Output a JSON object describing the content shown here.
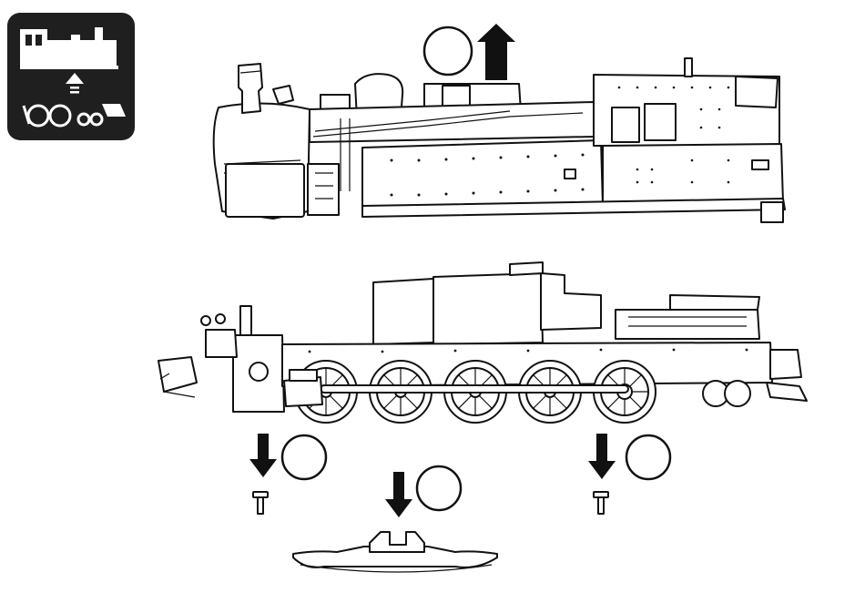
{
  "figure": {
    "type": "disassembly-instruction",
    "icon": "locomotive-body-removal-icon",
    "colors": {
      "line": "#111111",
      "background": "#ffffff",
      "icon_background": "#1f1f1f"
    },
    "steps": [
      {
        "name": "lift-body-up",
        "direction": "up"
      },
      {
        "name": "remove-front-screw",
        "direction": "down"
      },
      {
        "name": "remove-center-cover",
        "direction": "down"
      },
      {
        "name": "remove-rear-screw",
        "direction": "down"
      }
    ]
  }
}
